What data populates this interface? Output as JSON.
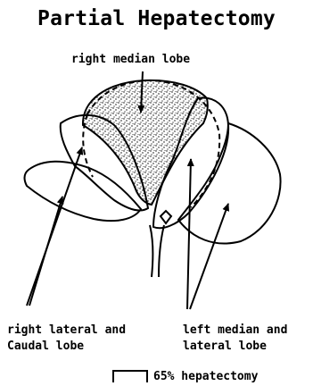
{
  "title": "Partial Hepatectomy",
  "labels": {
    "right_median": "right median lobe",
    "right_lateral_line1": "right lateral and",
    "right_lateral_line2": "Caudal lobe",
    "left_median_line1": "left median and",
    "left_median_line2": "lateral lobe"
  },
  "legend": {
    "text": "65% hepatectomy"
  },
  "colors": {
    "stroke": "#000000",
    "background": "#ffffff"
  }
}
